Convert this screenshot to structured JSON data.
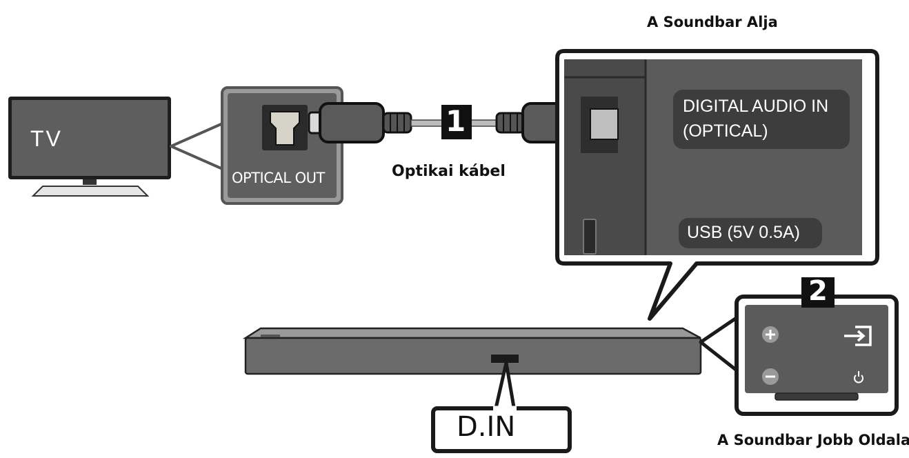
{
  "labels": {
    "tv": "TV",
    "optical_out": "OPTICAL OUT",
    "cable_caption": "Optikai kábel",
    "step_1": "1",
    "step_2": "2",
    "bottom_title": "A Soundbar Alja",
    "digital_audio_in_line1": "DIGITAL AUDIO IN",
    "digital_audio_in_line2": "(OPTICAL)",
    "usb": "USB (5V 0.5A)",
    "d_in": "D.IN",
    "right_side_title": "A Soundbar Jobb Oldala"
  },
  "icons": [
    "plus-icon",
    "minus-icon",
    "source-input-icon",
    "power-icon"
  ],
  "colors": {
    "panel_bg": "#5a5a5a",
    "panel_border": "#1a1a1a",
    "soundbar": "#6b6b6b",
    "text_dark": "#111111",
    "text_light": "#ffffff"
  }
}
